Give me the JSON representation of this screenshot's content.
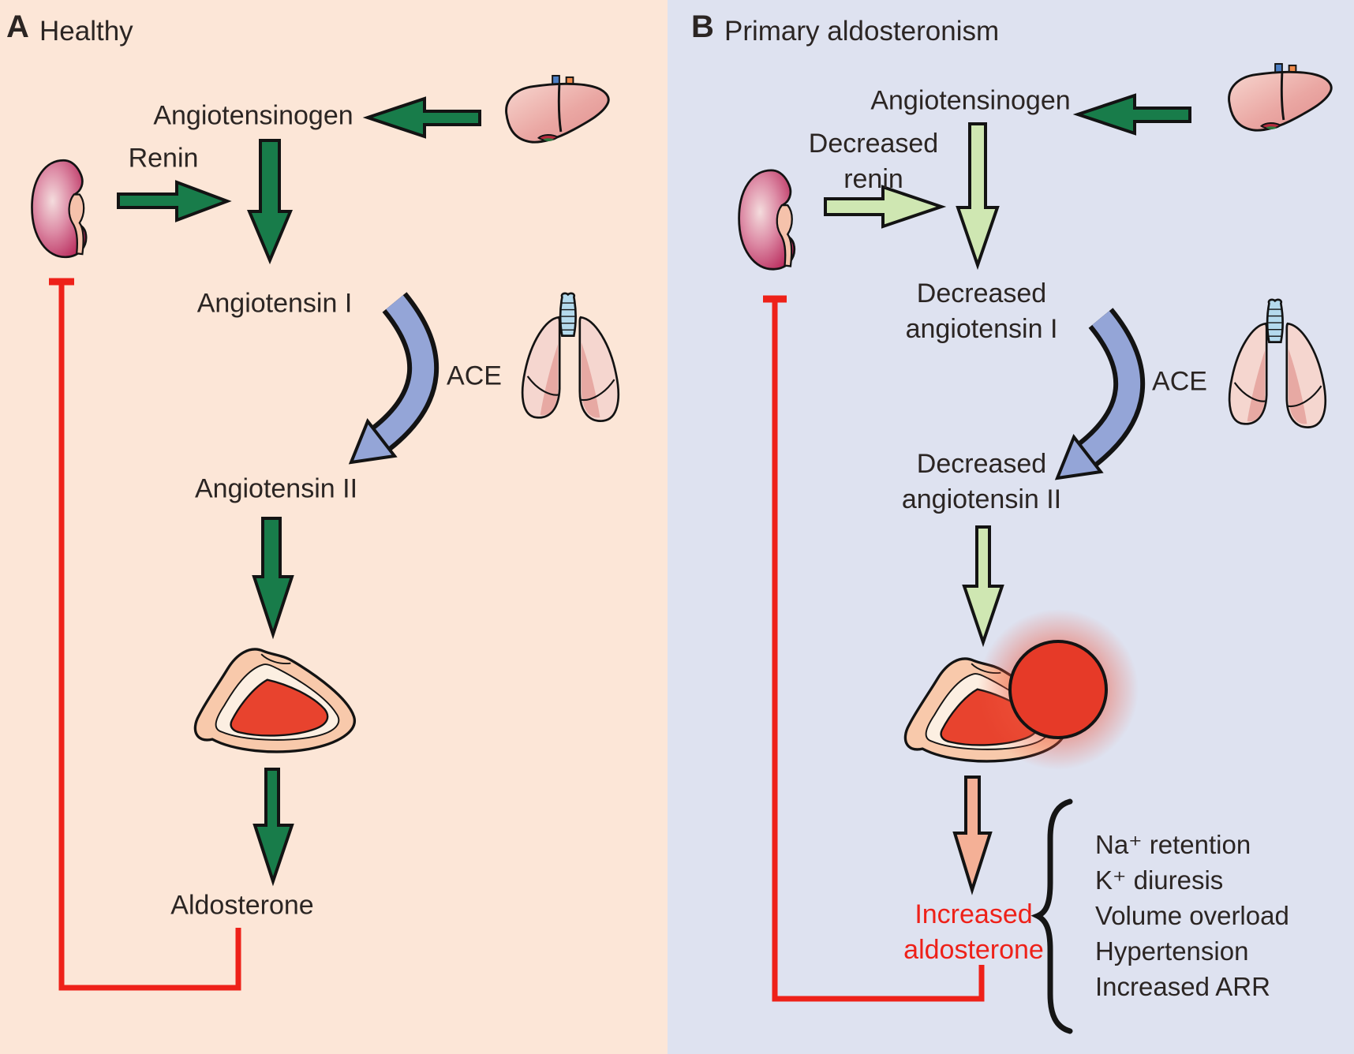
{
  "figure": {
    "panel_a": {
      "tag": "A",
      "title": "Healthy",
      "labels": {
        "angiotensinogen": "Angiotensinogen",
        "renin": "Renin",
        "angiotensin_i": "Angiotensin I",
        "ace": "ACE",
        "angiotensin_ii": "Angiotensin II",
        "aldosterone": "Aldosterone"
      }
    },
    "panel_b": {
      "tag": "B",
      "title": "Primary aldosteronism",
      "labels": {
        "angiotensinogen": "Angiotensinogen",
        "decreased_renin": "Decreased\nrenin",
        "decreased_angiotensin_i": "Decreased\nangiotensin I",
        "ace": "ACE",
        "decreased_angiotensin_ii": "Decreased\nangiotensin II",
        "increased_aldosterone": "Increased\naldosterone"
      },
      "effects": [
        "Na⁺ retention",
        "K⁺ diuresis",
        "Volume overload",
        "Hypertension",
        "Increased ARR"
      ]
    },
    "icons": [
      "kidney-icon",
      "liver-icon",
      "lungs-icon",
      "adrenal-gland-icon",
      "adenoma-icon"
    ],
    "colors": {
      "panel_a_bg": "#fce6d7",
      "panel_b_bg": "#dee2f0",
      "dark_green_arrow": "#187c4a",
      "light_green_arrow": "#cfe7b2",
      "ace_arrow_blue": "#94a5d7",
      "feedback_red": "#ee2119",
      "salmon_arrow": "#f4b096",
      "adenoma_red": "#e63a28",
      "text": "#2b2523"
    }
  }
}
